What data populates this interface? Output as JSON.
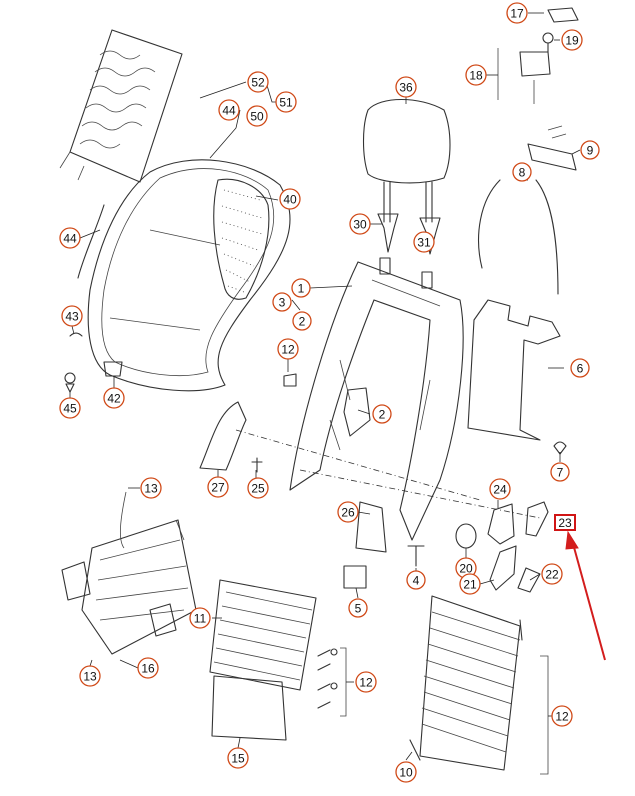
{
  "diagram": {
    "callouts": [
      {
        "id": "c17",
        "label": "17"
      },
      {
        "id": "c19",
        "label": "19"
      },
      {
        "id": "c18",
        "label": "18"
      },
      {
        "id": "c52",
        "label": "52"
      },
      {
        "id": "c51",
        "label": "51"
      },
      {
        "id": "c44a",
        "label": "44"
      },
      {
        "id": "c50",
        "label": "50"
      },
      {
        "id": "c36",
        "label": "36"
      },
      {
        "id": "c9",
        "label": "9"
      },
      {
        "id": "c8",
        "label": "8"
      },
      {
        "id": "c40",
        "label": "40"
      },
      {
        "id": "c30",
        "label": "30"
      },
      {
        "id": "c31",
        "label": "31"
      },
      {
        "id": "c44b",
        "label": "44"
      },
      {
        "id": "c1",
        "label": "1"
      },
      {
        "id": "c3",
        "label": "3"
      },
      {
        "id": "c2a",
        "label": "2"
      },
      {
        "id": "c43",
        "label": "43"
      },
      {
        "id": "c12a",
        "label": "12"
      },
      {
        "id": "c6",
        "label": "6"
      },
      {
        "id": "c45",
        "label": "45"
      },
      {
        "id": "c42",
        "label": "42"
      },
      {
        "id": "c2b",
        "label": "2"
      },
      {
        "id": "c7",
        "label": "7"
      },
      {
        "id": "c13a",
        "label": "13"
      },
      {
        "id": "c27",
        "label": "27"
      },
      {
        "id": "c25",
        "label": "25"
      },
      {
        "id": "c24",
        "label": "24"
      },
      {
        "id": "c26",
        "label": "26"
      },
      {
        "id": "c20",
        "label": "20"
      },
      {
        "id": "c21",
        "label": "21"
      },
      {
        "id": "c22",
        "label": "22"
      },
      {
        "id": "c4",
        "label": "4"
      },
      {
        "id": "c5",
        "label": "5"
      },
      {
        "id": "c11",
        "label": "11"
      },
      {
        "id": "c12b",
        "label": "12"
      },
      {
        "id": "c12c",
        "label": "12"
      },
      {
        "id": "c13b",
        "label": "13"
      },
      {
        "id": "c16",
        "label": "16"
      },
      {
        "id": "c15",
        "label": "15"
      },
      {
        "id": "c10",
        "label": "10"
      }
    ],
    "highlight": {
      "label": "23",
      "color": "#d01515"
    },
    "colors": {
      "callout_ring": "#d04a18",
      "line": "#333333",
      "arrow": "#d31d1d"
    }
  }
}
